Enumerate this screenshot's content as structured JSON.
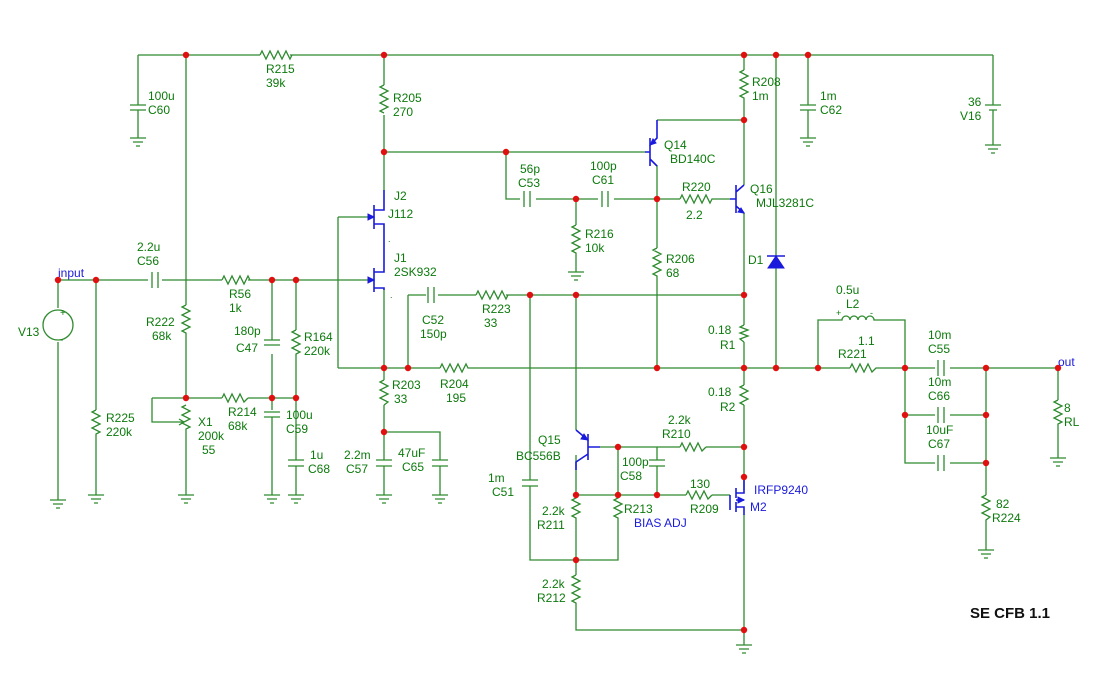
{
  "title": "SE CFB 1.1",
  "nets": {
    "input": "input",
    "output": "out"
  },
  "colors": {
    "wire": "#2e8b2e",
    "label": "#0c7a0c",
    "transistor": "#1a1adc",
    "node": "#e01010"
  },
  "components": {
    "R215": {
      "name": "R215",
      "value": "39k"
    },
    "C60": {
      "name": "C60",
      "value": "100u"
    },
    "R205": {
      "name": "R205",
      "value": "270"
    },
    "R208": {
      "name": "R208",
      "value": "1m"
    },
    "C62": {
      "name": "C62",
      "value": "1m"
    },
    "V16": {
      "name": "V16",
      "value": "36"
    },
    "Q14": {
      "name": "Q14",
      "value": "BD140C"
    },
    "C53": {
      "name": "C53",
      "value": "56p"
    },
    "C61": {
      "name": "C61",
      "value": "100p"
    },
    "R220": {
      "name": "R220",
      "value": "2.2"
    },
    "Q16": {
      "name": "Q16",
      "value": "MJL3281C"
    },
    "J2": {
      "name": "J2",
      "value": "J112"
    },
    "J1": {
      "name": "J1",
      "value": "2SK932"
    },
    "R216": {
      "name": "R216",
      "value": "10k"
    },
    "R206": {
      "name": "R206",
      "value": "68"
    },
    "D1": {
      "name": "D1",
      "value": ""
    },
    "L2": {
      "name": "L2",
      "value": "0.5u"
    },
    "C56": {
      "name": "C56",
      "value": "2.2u"
    },
    "R56": {
      "name": "R56",
      "value": "1k"
    },
    "V13": {
      "name": "V13",
      "value": ""
    },
    "R222": {
      "name": "R222",
      "value": "68k"
    },
    "C47": {
      "name": "C47",
      "value": "180p"
    },
    "R164": {
      "name": "R164",
      "value": "220k"
    },
    "C52": {
      "name": "C52",
      "value": "150p"
    },
    "R223": {
      "name": "R223",
      "value": "33"
    },
    "R1": {
      "name": "R1",
      "value": "0.18"
    },
    "R221": {
      "name": "R221",
      "value": "1.1"
    },
    "C55": {
      "name": "C55",
      "value": "10m"
    },
    "R225": {
      "name": "R225",
      "value": "220k"
    },
    "X1": {
      "name": "X1",
      "value": "200k",
      "extra": "55"
    },
    "R214": {
      "name": "R214",
      "value": "68k"
    },
    "C59": {
      "name": "C59",
      "value": "100u"
    },
    "R203": {
      "name": "R203",
      "value": "33"
    },
    "R204": {
      "name": "R204",
      "value": "195"
    },
    "R2": {
      "name": "R2",
      "value": "0.18"
    },
    "C66": {
      "name": "C66",
      "value": "10m"
    },
    "RL": {
      "name": "RL",
      "value": "8"
    },
    "C68": {
      "name": "C68",
      "value": "1u"
    },
    "C57": {
      "name": "C57",
      "value": "2.2m"
    },
    "C65": {
      "name": "C65",
      "value": "47uF"
    },
    "Q15": {
      "name": "Q15",
      "value": "BC556B"
    },
    "R210": {
      "name": "R210",
      "value": "2.2k"
    },
    "C67": {
      "name": "C67",
      "value": "10uF"
    },
    "C51": {
      "name": "C51",
      "value": "1m"
    },
    "C58": {
      "name": "C58",
      "value": "100p"
    },
    "M2": {
      "name": "M2",
      "value": "IRFP9240"
    },
    "R209": {
      "name": "R209",
      "value": "130"
    },
    "R211": {
      "name": "R211",
      "value": "2.2k"
    },
    "R213": {
      "name": "R213",
      "value": "BIAS ADJ"
    },
    "R224": {
      "name": "R224",
      "value": "82"
    },
    "R212": {
      "name": "R212",
      "value": "2.2k"
    }
  }
}
